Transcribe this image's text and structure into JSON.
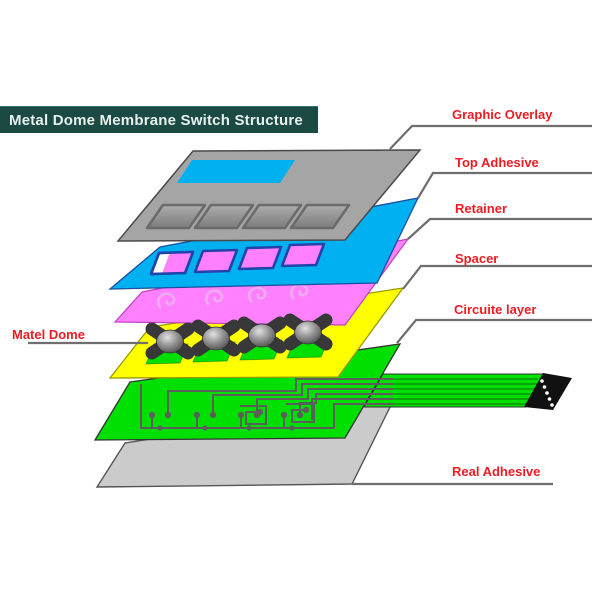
{
  "title": {
    "text": "Metal Dome Membrane Switch Structure",
    "bg_color": "#1a4a43",
    "text_color": "#e9efed"
  },
  "labels": {
    "graphic_overlay": "Graphic Overlay",
    "top_adhesive": "Top Adhesive",
    "retainer": "Retainer",
    "spacer": "Spacer",
    "circuit_layer": "Circuite layer",
    "rear_adhesive": "Real Adhesive",
    "metal_dome": "Matel Dome"
  },
  "colors": {
    "label": "#ed1c24",
    "leader": "#6e6e6e",
    "overlay_sheet": "#a5a5a5",
    "overlay_window": "#00b0f0",
    "key_face_top": "#adadad",
    "key_face_bottom": "#7c7c7c",
    "top_adhesive_sheet": "#00b0f0",
    "retainer_sheet": "#ff80ff",
    "retainer_curl": "#f0aaf0",
    "spacer_sheet": "#ffff00",
    "hole_green": "#00e000",
    "circuit_sheet": "#00e000",
    "trace": "#5a5f5a",
    "tail_stripe": "#0a8f0a",
    "connector": "#111111",
    "connector_pin": "#ffffff",
    "rear_sheet": "#cbcbcb",
    "dome_leg": "#383838"
  },
  "structure": {
    "key_count": 4,
    "window_count": 4,
    "dome_count": 4,
    "hole_count": 4,
    "connector_pin_count": 5
  }
}
